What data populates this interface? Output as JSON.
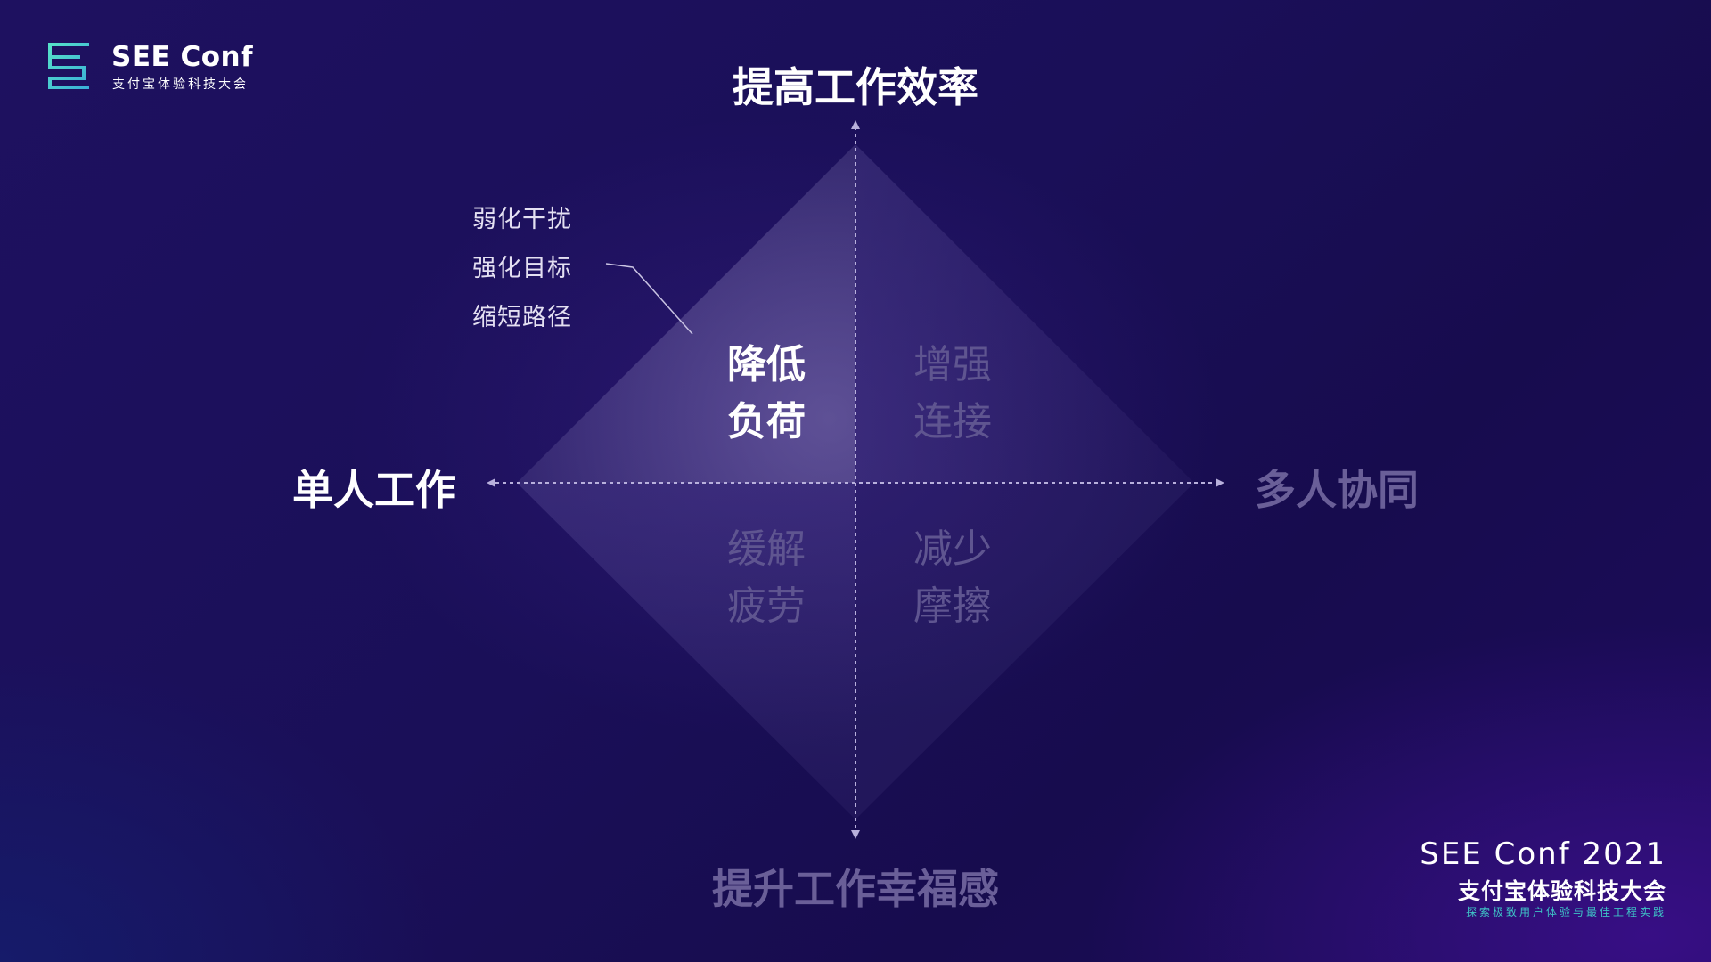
{
  "logo": {
    "title": "SEE Conf",
    "subtitle": "支付宝体验科技大会",
    "icon": "see-conf-logo-icon"
  },
  "axes": {
    "top": "提高工作效率",
    "bottom": "提升工作幸福感",
    "left": "单人工作",
    "right": "多人协同"
  },
  "quadrants": {
    "top_left": [
      "降低",
      "负荷"
    ],
    "top_right": [
      "增强",
      "连接"
    ],
    "bottom_left": [
      "缓解",
      "疲劳"
    ],
    "bottom_right": [
      "减少",
      "摩擦"
    ]
  },
  "callout": {
    "items": [
      "弱化干扰",
      "强化目标",
      "缩短路径"
    ]
  },
  "brand": {
    "title": "SEE Conf 2021",
    "subtitle": "支付宝体验科技大会",
    "tagline": "探索极致用户体验与最佳工程实践"
  },
  "colors": {
    "background": "#1a0f58",
    "highlight_text": "#ffffff",
    "dim_text": "#6a5f98",
    "logo_teal": "#3ec3c6"
  }
}
